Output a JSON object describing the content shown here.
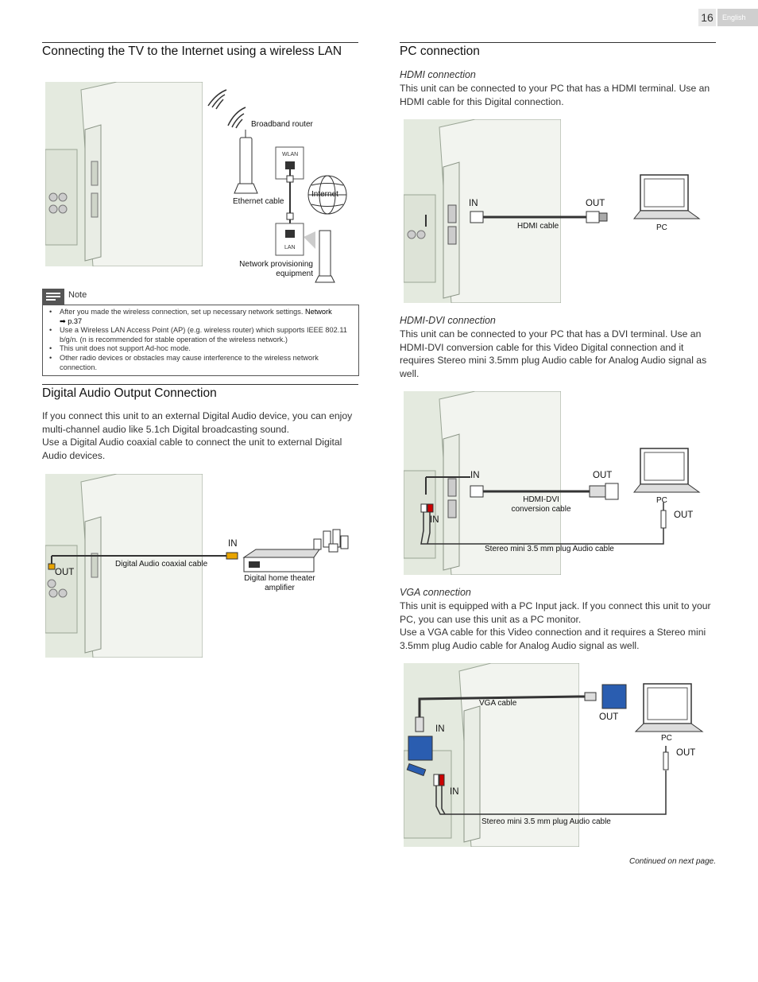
{
  "header": {
    "page_number": "16",
    "language": "English"
  },
  "left": {
    "wlan": {
      "title": "Connecting the TV to the Internet using a wireless LAN",
      "labels": {
        "router": "Broadband router",
        "wlan_port": "WLAN",
        "internet": "Internet",
        "ethernet": "Ethernet cable",
        "lan_port": "LAN",
        "npe_line1": "Network provisioning",
        "npe_line2": "equipment"
      }
    },
    "note": {
      "label": "Note",
      "items": [
        {
          "text": "After you made the wireless connection, set up necessary network settings. ",
          "link": "Network",
          "ref": "➡ p.37"
        },
        {
          "text": "Use a Wireless LAN Access Point (AP) (e.g. wireless router) which supports IEEE 802.11 b/g/n. (n is recommended for stable operation of the wireless network.)"
        },
        {
          "text": "This unit does not support Ad-hoc mode."
        },
        {
          "text": "Other radio devices or obstacles may cause interference to the wireless network connection."
        }
      ]
    },
    "digital_audio": {
      "title": "Digital Audio Output Connection",
      "para1": "If you connect this unit to an external Digital Audio device, you can enjoy multi-channel audio like 5.1ch Digital broadcasting sound.",
      "para2": "Use a Digital Audio coaxial cable to connect the unit to external Digital Audio devices.",
      "labels": {
        "in": "IN",
        "out": "OUT",
        "cable": "Digital Audio coaxial cable",
        "amp_line1": "Digital home theater",
        "amp_line2": "amplifier"
      }
    }
  },
  "right": {
    "title": "PC connection",
    "hdmi": {
      "heading": "HDMI connection",
      "para": "This unit can be connected to your PC that has a HDMI terminal. Use an HDMI cable for this Digital connection.",
      "labels": {
        "in": "IN",
        "out": "OUT",
        "cable": "HDMI cable",
        "pc": "PC"
      }
    },
    "hdmi_dvi": {
      "heading": "HDMI-DVI connection",
      "para": "This unit can be connected to your PC that has a DVI terminal. Use an HDMI-DVI conversion cable for this Video Digital connection and it requires Stereo mini 3.5mm plug Audio cable for Analog Audio signal as well.",
      "labels": {
        "in": "IN",
        "out": "OUT",
        "cable_line1": "HDMI-DVI",
        "cable_line2": "conversion cable",
        "pc": "PC",
        "audio_in": "IN",
        "audio_out": "OUT",
        "audio_cable": "Stereo mini 3.5 mm plug Audio cable"
      }
    },
    "vga": {
      "heading": "VGA connection",
      "para1": "This unit is equipped with a PC Input jack. If you connect this unit to your PC, you can use this unit as a PC monitor.",
      "para2": "Use a VGA cable for this Video connection and it requires a Stereo mini 3.5mm plug Audio cable for Analog Audio signal as well.",
      "labels": {
        "cable": "VGA cable",
        "out": "OUT",
        "in": "IN",
        "pc": "PC",
        "audio_out": "OUT",
        "audio_in": "IN",
        "audio_cable": "Stereo mini 3.5 mm plug Audio cable"
      }
    },
    "continued": "Continued on next page."
  },
  "colors": {
    "tv_panel": "#e4eadf",
    "vga_connector": "#2a5db0",
    "text": "#333333"
  }
}
